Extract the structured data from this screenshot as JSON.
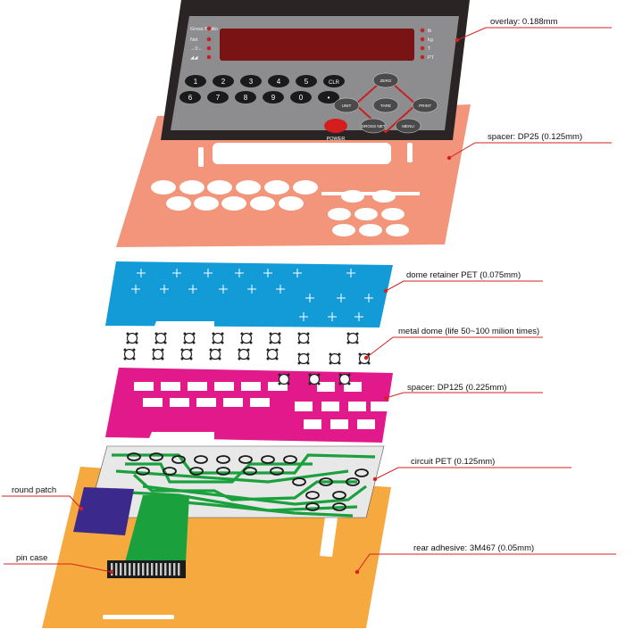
{
  "labels": {
    "overlay": "overlay: 0.188mm",
    "spacer_dp25": "spacer: DP25 (0.125mm)",
    "dome_retainer": "dome retainer PET (0.075mm)",
    "metal_dome": "metal dome (life 50~100 milion times)",
    "spacer_dp125": "spacer: DP125 (0.225mm)",
    "circuit_pet": "circuit PET (0.125mm)",
    "round_patch": "round patch",
    "pin_case": "pin case",
    "rear_adhesive": "rear adhesive: 3M467 (0.05mm)"
  },
  "panel": {
    "left_labels": [
      "Gross",
      "Brutto",
      "Net",
      "→0←",
      "◢◢"
    ],
    "right_labels": [
      "lb",
      "kg",
      "T",
      "PT"
    ],
    "keys_row1": [
      "1",
      "2",
      "3",
      "4",
      "5",
      "CLR"
    ],
    "keys_row2": [
      "6",
      "7",
      "8",
      "9",
      "0",
      "•"
    ],
    "nav_keys": {
      "zero": "ZERO",
      "unit": "UNIT",
      "tare": "TARE",
      "print": "PRINT",
      "gross_net": "GROSS NET",
      "menu": "MENU"
    },
    "power": "POWER"
  },
  "colors": {
    "overlay": "#2a2424",
    "overlay_face": "#8d8d8f",
    "display": "#7a1414",
    "spacer_dp25": "#f2957a",
    "dome_retainer": "#139bd8",
    "spacer_dp125": "#e2198a",
    "circuit_trace": "#1aa03c",
    "circuit_base": "#e8e8e8",
    "round_patch": "#3b2a8c",
    "rear_adhesive": "#f5a93e",
    "leader": "#d62020"
  }
}
